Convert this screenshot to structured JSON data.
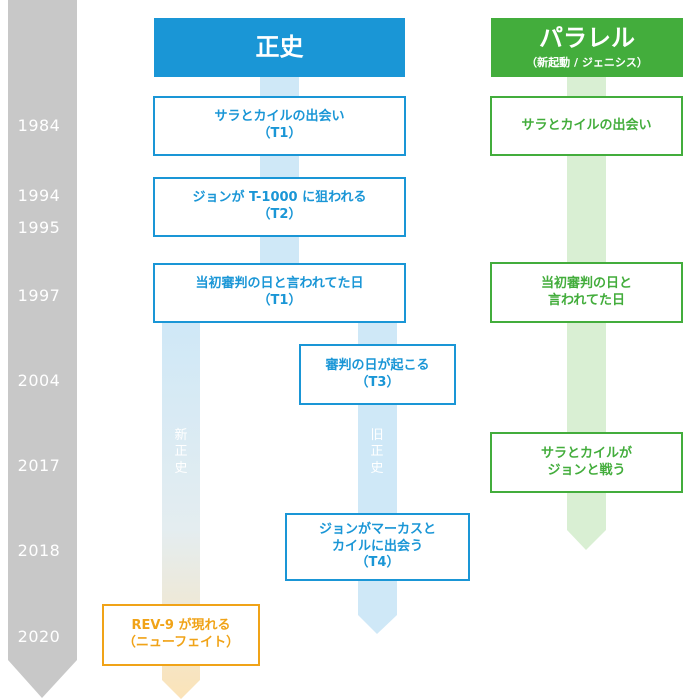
{
  "years": [
    "1984",
    "1994",
    "1995",
    "1997",
    "2004",
    "2017",
    "2018",
    "2020"
  ],
  "headers": {
    "canon": {
      "title": "正史"
    },
    "parallel": {
      "title": "パラレル",
      "subtitle": "（新起動 / ジェニシス）"
    }
  },
  "events": {
    "e1984_canon": {
      "line1": "サラとカイルの出会い",
      "line2": "（T1）"
    },
    "e1995_canon": {
      "line1": "ジョンが T-1000 に狙われる",
      "line2": "（T2）"
    },
    "e1997_canon": {
      "line1": "当初審判の日と言われてた日",
      "line2": "（T1）"
    },
    "e2004_old": {
      "line1": "審判の日が起こる",
      "line2": "（T3）"
    },
    "e2018_old": {
      "line1": "ジョンがマーカスと",
      "line2": "カイルに出会う",
      "line3": "（T4）"
    },
    "e2020_new": {
      "line1": "REV-9 が現れる",
      "line2": "（ニューフェイト）"
    },
    "e1984_par": {
      "line1": "サラとカイルの出会い"
    },
    "e1997_par": {
      "line1": "当初審判の日と",
      "line2": "言われてた日"
    },
    "e2017_par": {
      "line1": "サラとカイルが",
      "line2": "ジョンと戦う"
    }
  },
  "branches": {
    "new_canon": "新正史",
    "old_canon": "旧正史"
  },
  "colors": {
    "timeline": "#c8c8c8",
    "canon": "#1a96d6",
    "parallel": "#43ad3c",
    "new_canon": "#f0a318",
    "light_blue": "#cfe8f7",
    "light_green": "#d9efd3",
    "light_orange": "#fbe5bf"
  }
}
